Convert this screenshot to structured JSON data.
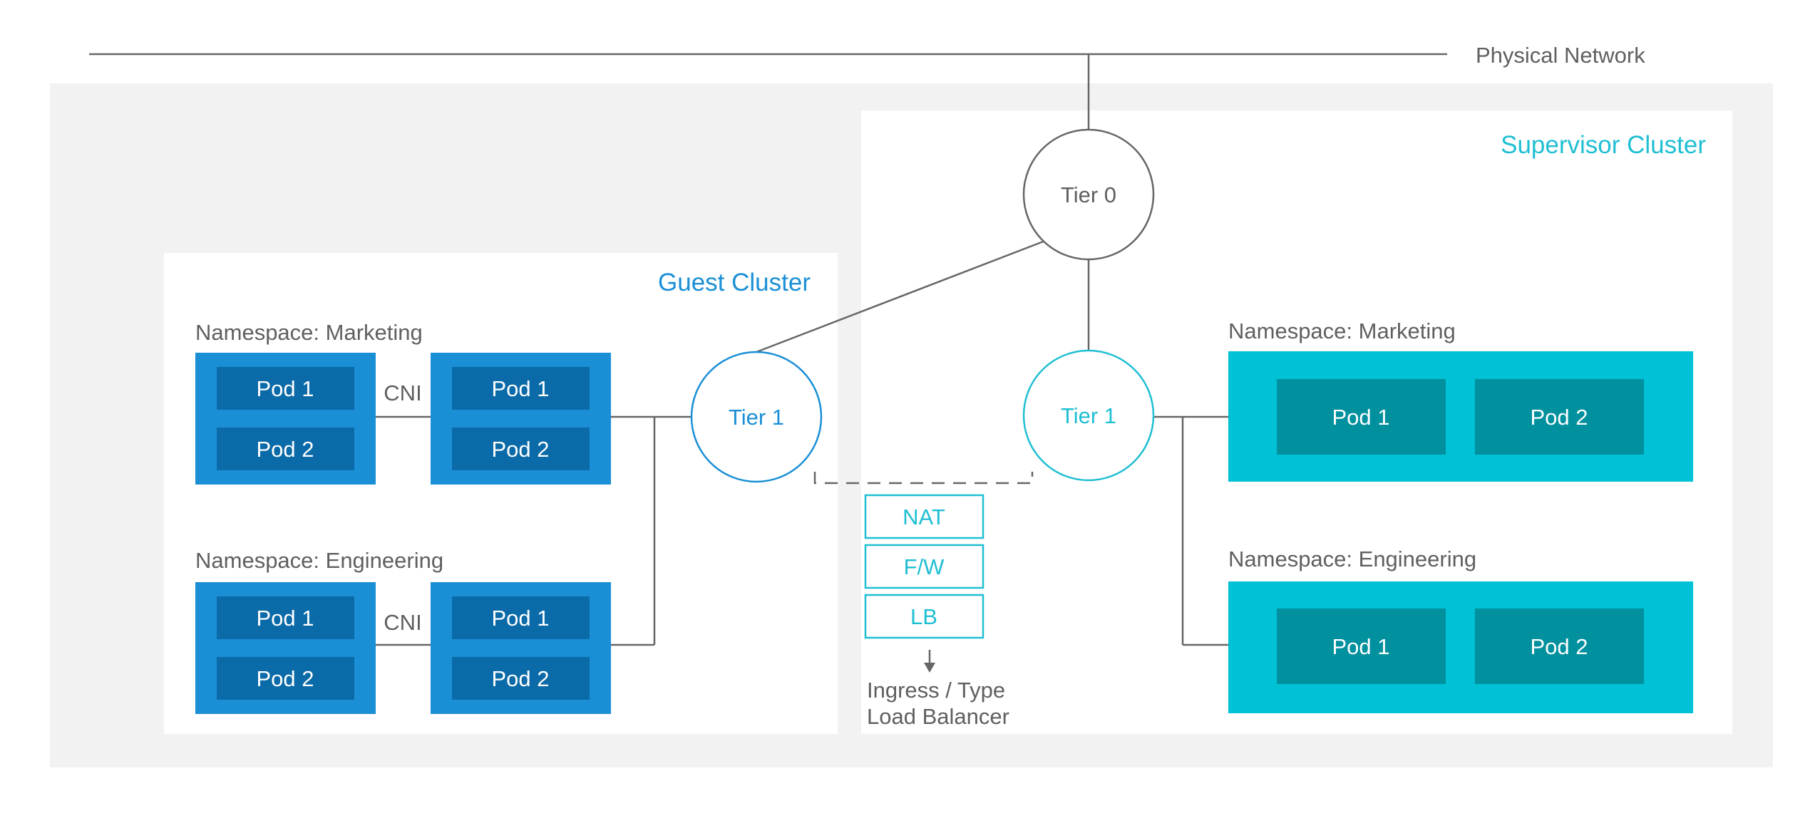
{
  "physical_network": {
    "label": "Physical Network"
  },
  "supervisor_cluster": {
    "title": "Supervisor Cluster",
    "tier0": {
      "label": "Tier 0"
    },
    "tier1": {
      "label": "Tier 1"
    },
    "namespaces": [
      {
        "label": "Namespace: Marketing",
        "pods": [
          "Pod 1",
          "Pod 2"
        ]
      },
      {
        "label": "Namespace: Engineering",
        "pods": [
          "Pod 1",
          "Pod 2"
        ]
      }
    ]
  },
  "guest_cluster": {
    "title": "Guest Cluster",
    "tier1": {
      "label": "Tier 1"
    },
    "namespaces": [
      {
        "label": "Namespace: Marketing",
        "cni_label": "CNI",
        "left_node": [
          "Pod 1",
          "Pod 2"
        ],
        "right_node": [
          "Pod 1",
          "Pod 2"
        ]
      },
      {
        "label": "Namespace: Engineering",
        "cni_label": "CNI",
        "left_node": [
          "Pod 1",
          "Pod 2"
        ],
        "right_node": [
          "Pod 1",
          "Pod 2"
        ]
      }
    ]
  },
  "services": {
    "items": [
      "NAT",
      "F/W",
      "LB"
    ],
    "ingress_label_line1": "Ingress / Type",
    "ingress_label_line2": "Load Balancer"
  },
  "colors": {
    "background_panel": "#f2f2f2",
    "guest_blue": "#1a8fd6",
    "guest_pod": "#0b6aa8",
    "supervisor_teal": "#00c1d5",
    "supervisor_pod": "#00909e",
    "line_gray": "#666666",
    "text_gray": "#5f5f5f"
  }
}
